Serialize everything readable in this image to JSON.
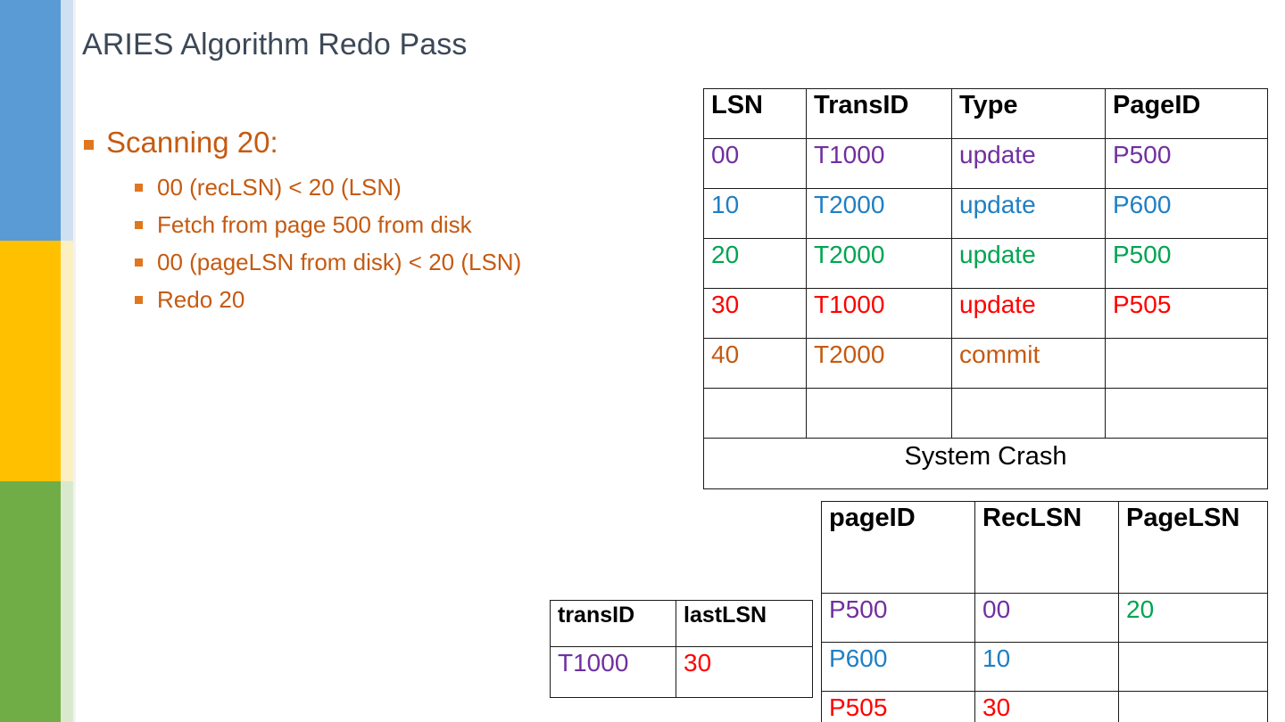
{
  "slide": {
    "title": "ARIES Algorithm Redo Pass",
    "title_color": "#3C4858",
    "accent_color": "#C55A11",
    "bullet_marker_color": "#E0761E"
  },
  "rail": {
    "bands": [
      {
        "name": "blue",
        "color": "#5B9BD5",
        "tint": "#CFE0F2"
      },
      {
        "name": "yellow",
        "color": "#FFC000",
        "tint": "#FBEFC4"
      },
      {
        "name": "green",
        "color": "#70AD47",
        "tint": "#D9E9CE"
      }
    ]
  },
  "bullets": {
    "level1": "Scanning 20:",
    "level2": [
      "00 (recLSN) < 20 (LSN)",
      "Fetch from page 500 from disk",
      "00 (pageLSN from disk) < 20 (LSN)",
      "Redo 20"
    ]
  },
  "log_table": {
    "headers": [
      "LSN",
      "TransID",
      "Type",
      "PageID"
    ],
    "rows": [
      {
        "lsn": "00",
        "transid": "T1000",
        "type": "update",
        "pageid": "P500",
        "color": "#7030A0"
      },
      {
        "lsn": "10",
        "transid": "T2000",
        "type": "update",
        "pageid": "P600",
        "color": "#1F7FC4"
      },
      {
        "lsn": "20",
        "transid": "T2000",
        "type": "update",
        "pageid": "P500",
        "color": "#00A550"
      },
      {
        "lsn": "30",
        "transid": "T1000",
        "type": "update",
        "pageid": "P505",
        "color": "#FF0000"
      },
      {
        "lsn": "40",
        "transid": "T2000",
        "type": "commit",
        "pageid": "",
        "color": "#C55A11"
      },
      {
        "lsn": "",
        "transid": "",
        "type": "",
        "pageid": "",
        "color": "#000000"
      }
    ],
    "footer_label": "System Crash"
  },
  "dirty_page_table": {
    "headers": [
      "pageID",
      "RecLSN",
      "PageLSN"
    ],
    "rows": [
      {
        "pageid": "P500",
        "recid_color": "#7030A0",
        "reclsn": "00",
        "pagelsn": "20",
        "pagelsn_color": "#00A550"
      },
      {
        "pageid": "P600",
        "recid_color": "#1F7FC4",
        "reclsn": "10",
        "pagelsn": "",
        "pagelsn_color": "#000000"
      },
      {
        "pageid": "P505",
        "recid_color": "#FF0000",
        "reclsn": "30",
        "pagelsn": "",
        "pagelsn_color": "#000000"
      }
    ]
  },
  "transaction_table": {
    "headers": [
      "transID",
      "lastLSN"
    ],
    "rows": [
      {
        "transid": "T1000",
        "transid_color": "#7030A0",
        "lastlsn": "30",
        "lastlsn_color": "#FF0000"
      }
    ]
  }
}
